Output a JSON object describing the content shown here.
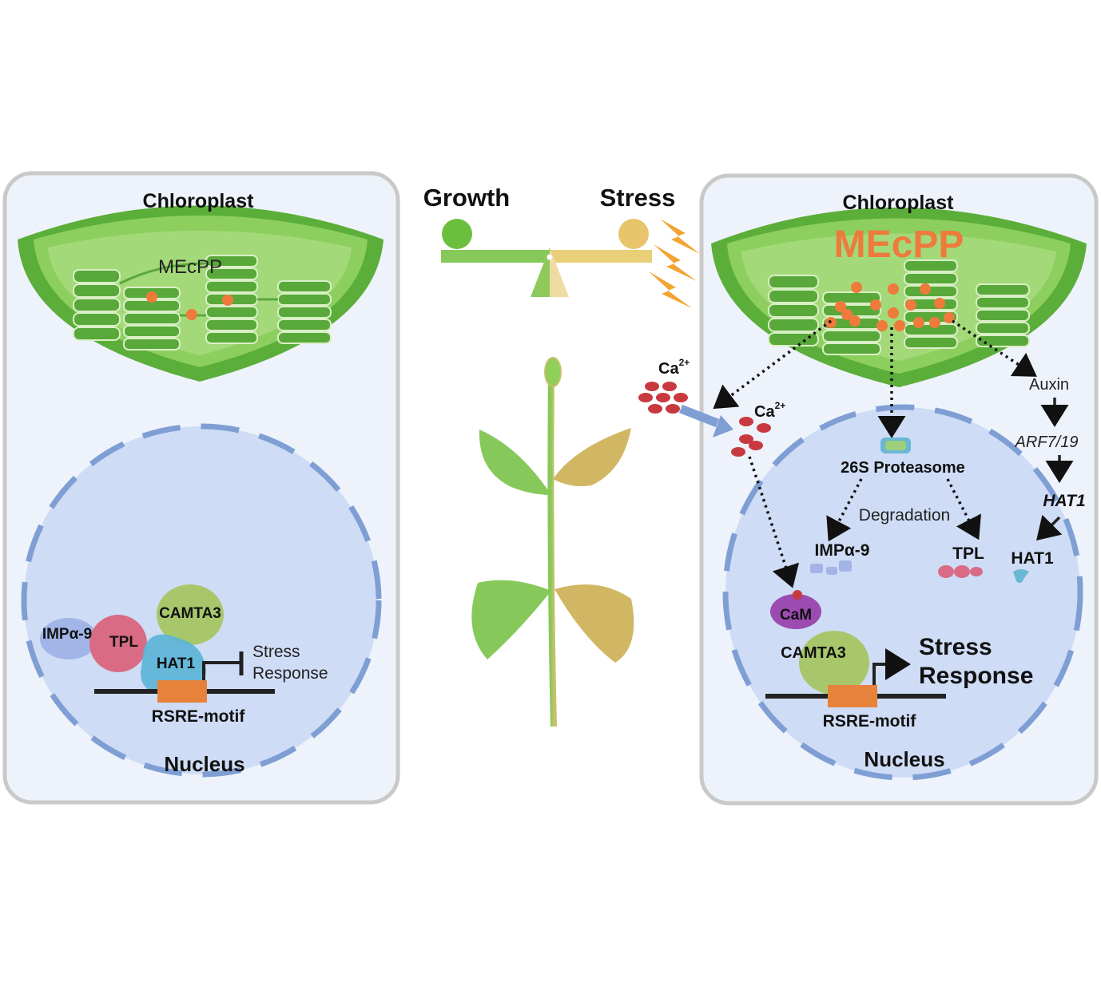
{
  "header": {
    "growth": "Growth",
    "stress": "Stress"
  },
  "left_cell": {
    "chloroplast": "Chloroplast",
    "mecpp": "MEcPP",
    "impa9": "IMPα-9",
    "tpl": "TPL",
    "camta3": "CAMTA3",
    "hat1": "HAT1",
    "stress_line1": "Stress",
    "stress_line2": "Response",
    "rsre": "RSRE-motif",
    "nucleus": "Nucleus"
  },
  "right_cell": {
    "chloroplast": "Chloroplast",
    "mecpp": "MEcPP",
    "ca_outside": "Ca",
    "ca_outside_sup": "2+",
    "ca_inside": "Ca",
    "ca_inside_sup": "2+",
    "auxin": "Auxin",
    "arf": "ARF7/19",
    "hat1_gene": "HAT1",
    "hat1_protein": "HAT1",
    "proteasome": "26S Proteasome",
    "degradation": "Degradation",
    "impa9": "IMPα-9",
    "tpl": "TPL",
    "cam": "CaM",
    "camta3": "CAMTA3",
    "stress_line1": "Stress",
    "stress_line2": "Response",
    "rsre": "RSRE-motif",
    "nucleus": "Nucleus"
  },
  "colors": {
    "growth": "#6cbf3c",
    "stress": "#e8c46a",
    "mecpp": "#ee7a3c",
    "calcium": "#c7393f",
    "nucleus": "#cfdcf5",
    "cell_bg": "#eef3fb"
  }
}
